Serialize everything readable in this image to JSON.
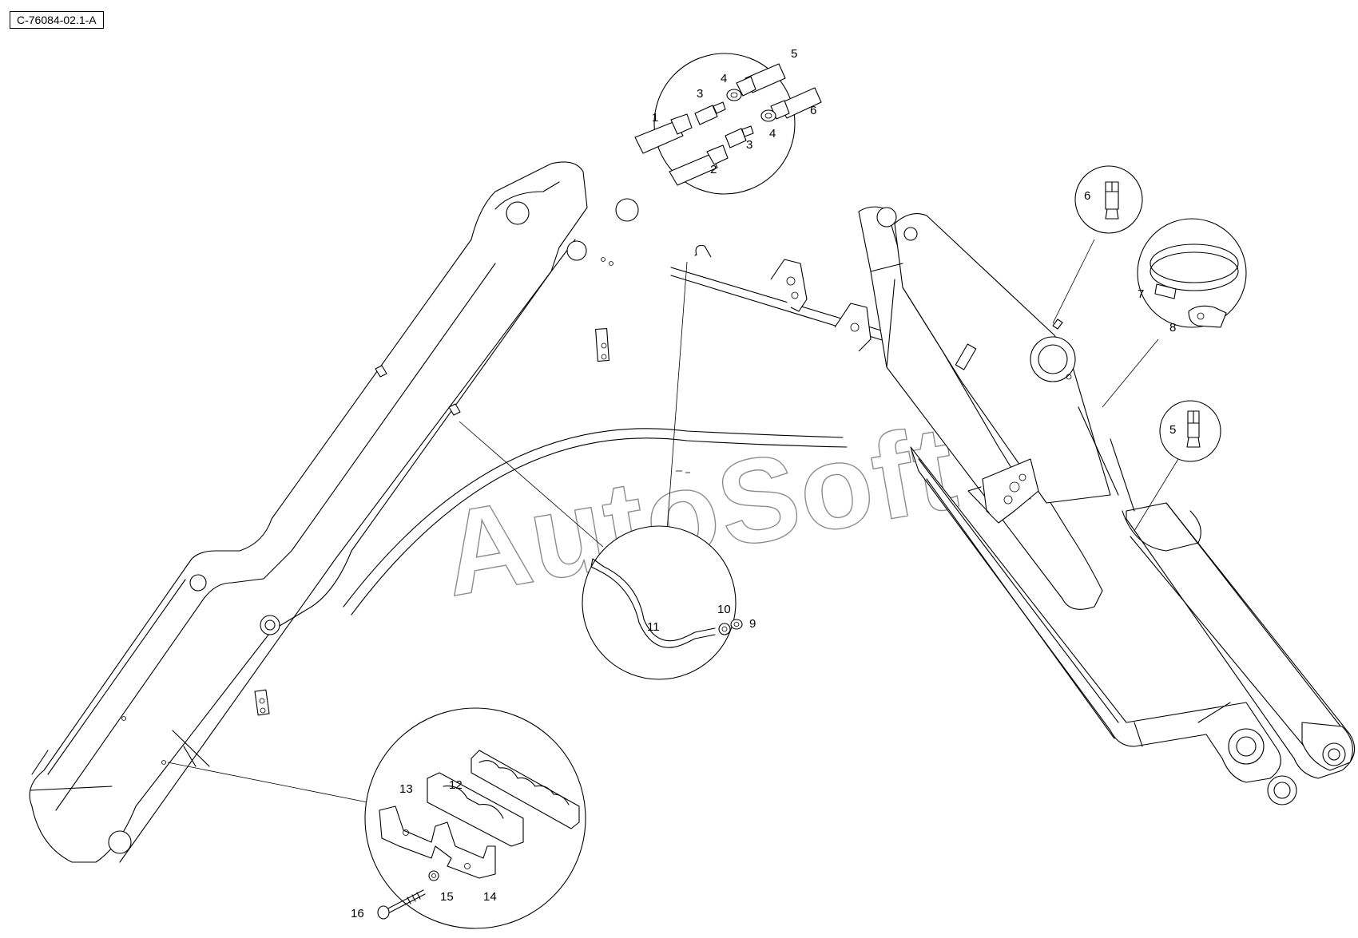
{
  "drawing": {
    "reference_code": "C-76084-02.1-A",
    "watermark": "AutoSoft"
  },
  "detail_views": [
    {
      "id": "fittings",
      "labels": [
        {
          "id": "p1",
          "text": "1"
        },
        {
          "id": "p2",
          "text": "2"
        },
        {
          "id": "p3a",
          "text": "3"
        },
        {
          "id": "p3b",
          "text": "3"
        },
        {
          "id": "p4a",
          "text": "4"
        },
        {
          "id": "p4b",
          "text": "4"
        },
        {
          "id": "p5",
          "text": "5"
        },
        {
          "id": "p6",
          "text": "6"
        }
      ]
    },
    {
      "id": "grease-nipple-6",
      "labels": [
        {
          "id": "p6",
          "text": "6"
        }
      ]
    },
    {
      "id": "hose-clamp",
      "labels": [
        {
          "id": "p7",
          "text": "7"
        },
        {
          "id": "p8",
          "text": "8"
        }
      ]
    },
    {
      "id": "grease-nipple-5",
      "labels": [
        {
          "id": "p5",
          "text": "5"
        }
      ]
    },
    {
      "id": "u-bolt",
      "labels": [
        {
          "id": "p9",
          "text": "9"
        },
        {
          "id": "p10",
          "text": "10"
        },
        {
          "id": "p11",
          "text": "11"
        }
      ]
    },
    {
      "id": "pipe-clamp",
      "labels": [
        {
          "id": "p12",
          "text": "12"
        },
        {
          "id": "p13",
          "text": "13"
        },
        {
          "id": "p14",
          "text": "14"
        },
        {
          "id": "p15",
          "text": "15"
        },
        {
          "id": "p16",
          "text": "16"
        }
      ]
    }
  ]
}
